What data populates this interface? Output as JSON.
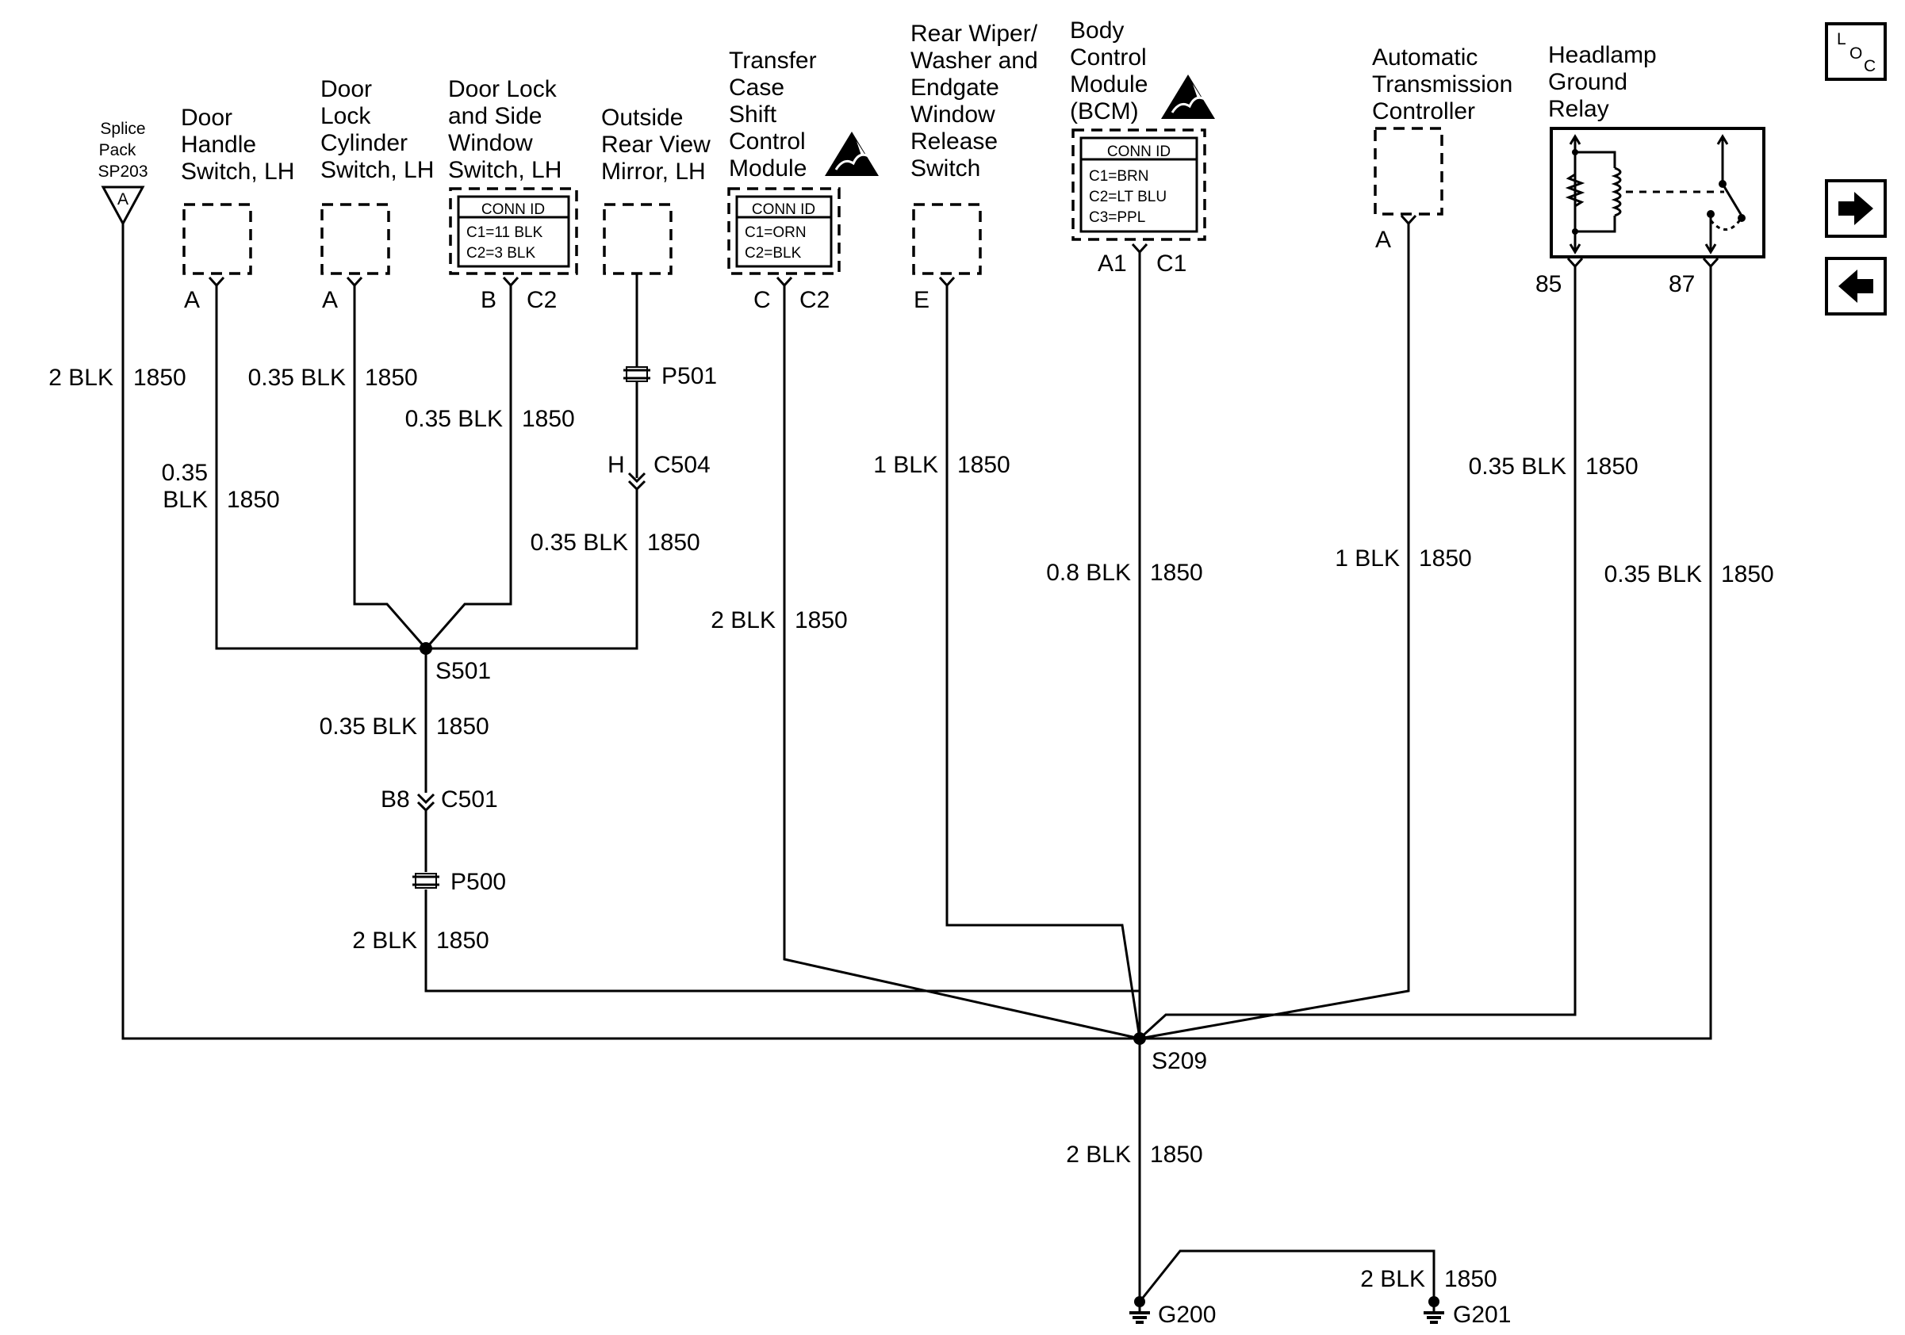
{
  "components": {
    "splice_pack": {
      "lines": [
        "Splice",
        "Pack",
        "SP203"
      ],
      "pin": "A"
    },
    "door_handle_switch": {
      "lines": [
        "Door",
        "Handle",
        "Switch, LH"
      ],
      "pin": "A"
    },
    "door_lock_cylinder_switch": {
      "lines": [
        "Door",
        "Lock",
        "Cylinder",
        "Switch, LH"
      ],
      "pin": "A"
    },
    "door_lock_window_switch": {
      "lines": [
        "Door Lock",
        "and Side",
        "Window",
        "Switch, LH"
      ],
      "conn_title": "CONN ID",
      "conn_lines": [
        "C1=11 BLK",
        "C2=3 BLK"
      ],
      "pin": "B",
      "conn": "C2"
    },
    "outside_mirror": {
      "lines": [
        "Outside",
        "Rear View",
        "Mirror, LH"
      ]
    },
    "transfer_case_module": {
      "lines": [
        "Transfer",
        "Case",
        "Shift",
        "Control",
        "Module"
      ],
      "conn_title": "CONN ID",
      "conn_lines": [
        "C1=ORN",
        "C2=BLK"
      ],
      "pin": "C",
      "conn": "C2"
    },
    "rear_wiper_switch": {
      "lines": [
        "Rear Wiper/",
        "Washer and",
        "Endgate",
        "Window",
        "Release",
        "Switch"
      ],
      "pin": "E"
    },
    "bcm": {
      "lines": [
        "Body",
        "Control",
        "Module",
        "(BCM)"
      ],
      "conn_title": "CONN ID",
      "conn_lines": [
        "C1=BRN",
        "C2=LT BLU",
        "C3=PPL"
      ],
      "pin": "A1",
      "conn": "C1"
    },
    "transmission_controller": {
      "lines": [
        "Automatic",
        "Transmission",
        "Controller"
      ],
      "pin": "A"
    },
    "headlamp_relay": {
      "lines": [
        "Headlamp",
        "Ground",
        "Relay"
      ],
      "pin85": "85",
      "pin87": "87"
    }
  },
  "wires": {
    "sp203": {
      "size": "2 BLK",
      "circuit": "1850"
    },
    "door_handle": {
      "size_lines": [
        "0.35",
        "BLK"
      ],
      "circuit": "1850"
    },
    "lock_cylinder": {
      "size": "0.35 BLK",
      "circuit": "1850"
    },
    "lock_window": {
      "size": "0.35 BLK",
      "circuit": "1850"
    },
    "mirror": {
      "size": "0.35 BLK",
      "circuit": "1850"
    },
    "s501_down": {
      "size": "0.35 BLK",
      "circuit": "1850"
    },
    "p500_down": {
      "size": "2 BLK",
      "circuit": "1850"
    },
    "transfer_case": {
      "size": "2 BLK",
      "circuit": "1850"
    },
    "rear_wiper": {
      "size": "1 BLK",
      "circuit": "1850"
    },
    "bcm": {
      "size": "0.8 BLK",
      "circuit": "1850"
    },
    "tcm": {
      "size": "1 BLK",
      "circuit": "1850"
    },
    "relay85": {
      "size": "0.35 BLK",
      "circuit": "1850"
    },
    "relay87": {
      "size": "0.35 BLK",
      "circuit": "1850"
    },
    "s209_down": {
      "size": "2 BLK",
      "circuit": "1850"
    },
    "g201": {
      "size": "2 BLK",
      "circuit": "1850"
    }
  },
  "splices": {
    "s501": "S501",
    "s209": "S209"
  },
  "connectors": {
    "p501": "P501",
    "c504": {
      "pin": "H",
      "name": "C504"
    },
    "c501": {
      "pin": "B8",
      "name": "C501"
    },
    "p500": "P500"
  },
  "grounds": {
    "g200": "G200",
    "g201": "G201"
  },
  "nav": {
    "loc_l": "L",
    "loc_o": "O",
    "loc_c": "C",
    "forward_icon": "arrow-right-icon",
    "back_icon": "arrow-left-icon"
  }
}
